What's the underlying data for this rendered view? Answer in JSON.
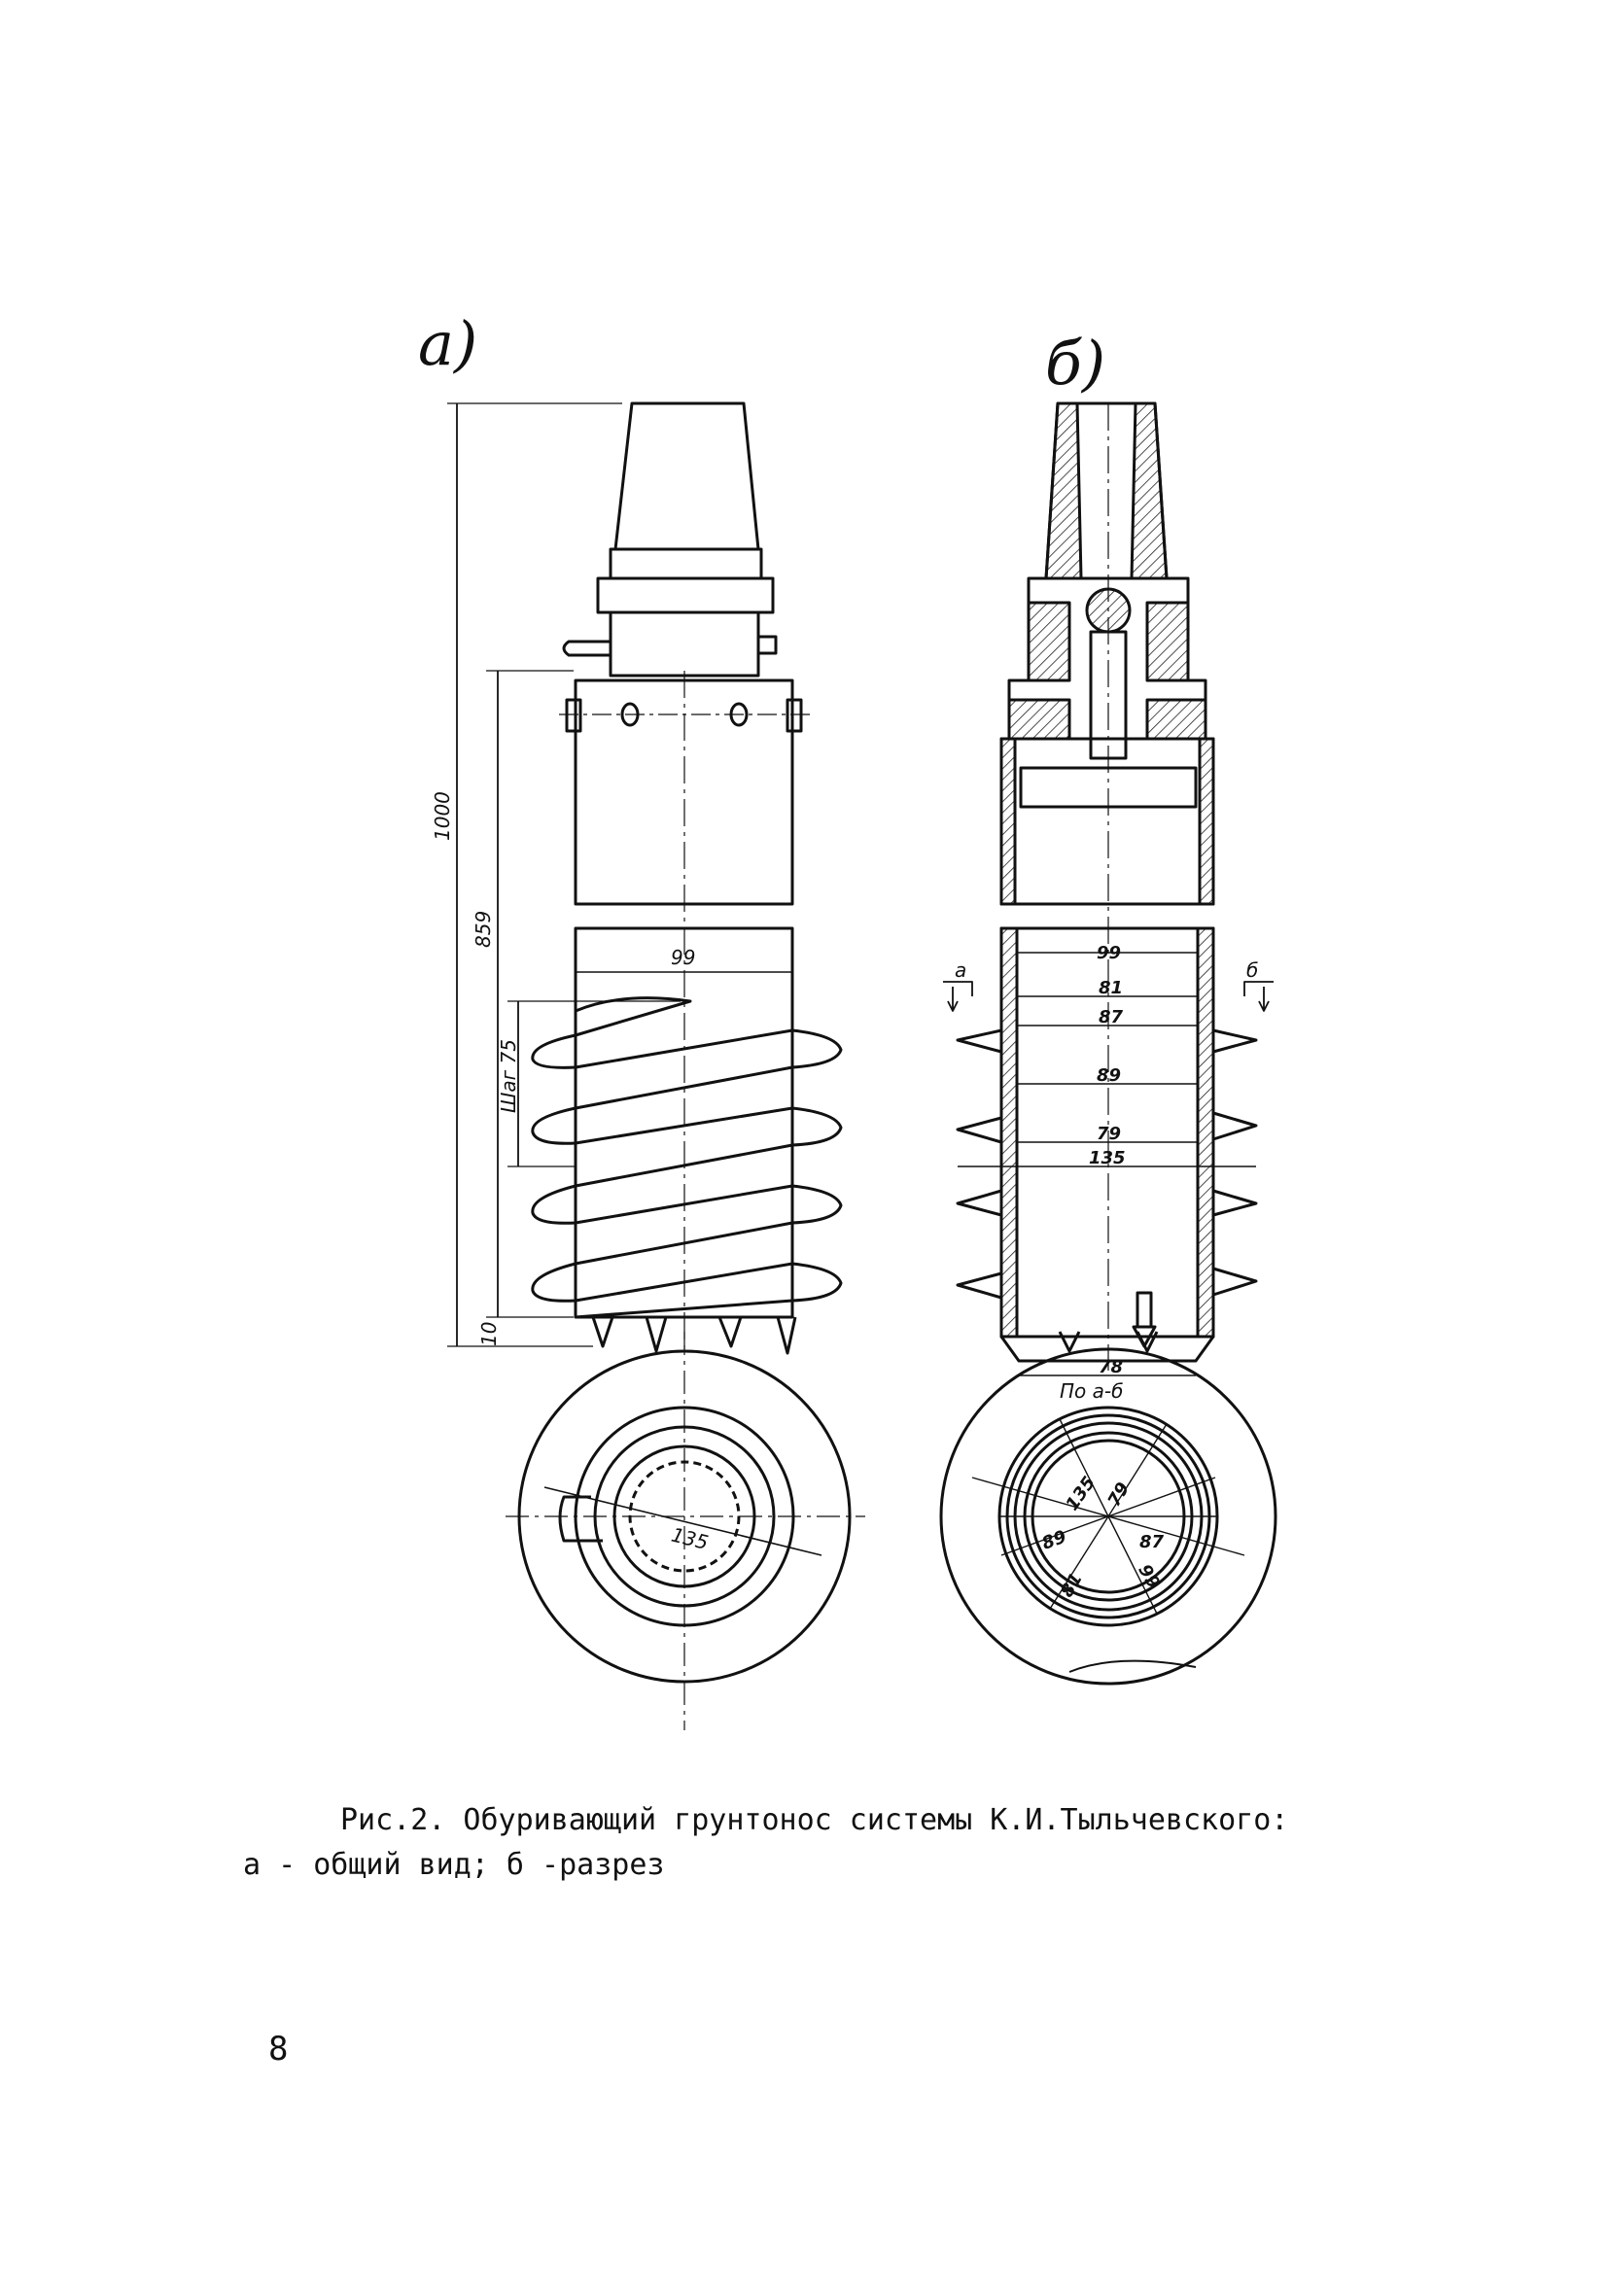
{
  "figure": {
    "view_a_label": "а)",
    "view_b_label": "б)",
    "dimensions_a": {
      "total_height": "1000",
      "body_height": "859",
      "pitch": "Шаг 75",
      "tube_diameter": "99",
      "bottom": "10",
      "plan_diameter": "135"
    },
    "dimensions_b": {
      "d99": "99",
      "d81": "81",
      "d87": "87",
      "d89": "89",
      "d79": "79",
      "d135": "135",
      "d78": "78",
      "section_left": "а",
      "section_right": "б",
      "section_caption": "По а-б",
      "plan_labels": [
        "135",
        "79",
        "89",
        "87",
        "81",
        "99"
      ]
    }
  },
  "caption": {
    "line1": "Рис.2. Обуривающий грунтонос системы К.И.Тыльчевского:",
    "line2": "а - общий вид; б -разрез"
  },
  "page_number": "8"
}
